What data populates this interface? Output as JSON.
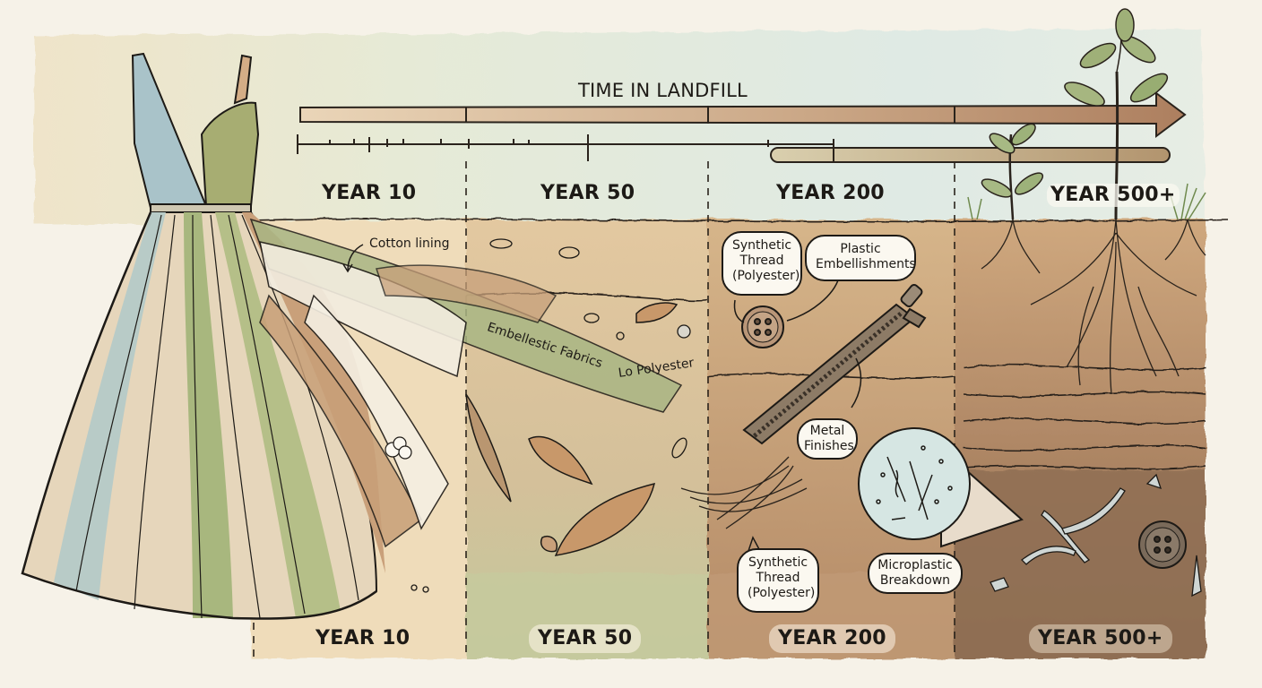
{
  "title": "TIME IN LANDFILL",
  "colors": {
    "paper": "#f6f2e8",
    "sky_wash": "#dfe8da",
    "year10": "#f0dcb8",
    "year50": "#c9cfa4",
    "year200": "#c8a27c",
    "year500": "#8c6c50",
    "soil_light": "#d9b88e",
    "soil_mid": "#bf9670",
    "soil_dark": "#9b7656",
    "arrow": "#b88b6a",
    "ink": "#1d1a16",
    "dress_blue": "#a9c3c9",
    "dress_green": "#9faf74",
    "dress_tan": "#d8b48e",
    "microplastic_circle": "#d6e6e3",
    "leaf_green": "#8fa66a"
  },
  "timeline": {
    "top_labels": [
      "YEAR 10",
      "YEAR 50",
      "YEAR 200",
      "YEAR 500+"
    ],
    "bottom_labels": [
      "YEAR 10",
      "YEAR 50",
      "YEAR 200",
      "YEAR 500+"
    ]
  },
  "annotations": {
    "cotton_lining": "Cotton lining",
    "embellished_fabrics": "Embellestic Fabrics",
    "lo_polyester": "Lo Polyester",
    "synthetic_thread_top": [
      "Synthetic",
      "Thread",
      "(Polyester)"
    ],
    "plastic_embellishments": [
      "Plastic",
      "Embellishments"
    ],
    "metal_finishes": [
      "Metal",
      "Finishes"
    ],
    "synthetic_thread_bottom": [
      "Synthetic",
      "Thread",
      "(Polyester)"
    ],
    "microplastic_breakdown": [
      "Microplastic",
      "Breakdown"
    ]
  },
  "icons": {
    "dress": "dress-illustration",
    "button": "button-icon",
    "zipper": "zipper-icon",
    "microplastic": "microplastic-magnifier-icon",
    "plant": "sprouting-plant-icon",
    "leaf": "decaying-leaf-icon",
    "cotton_boll": "cotton-boll-icon"
  }
}
